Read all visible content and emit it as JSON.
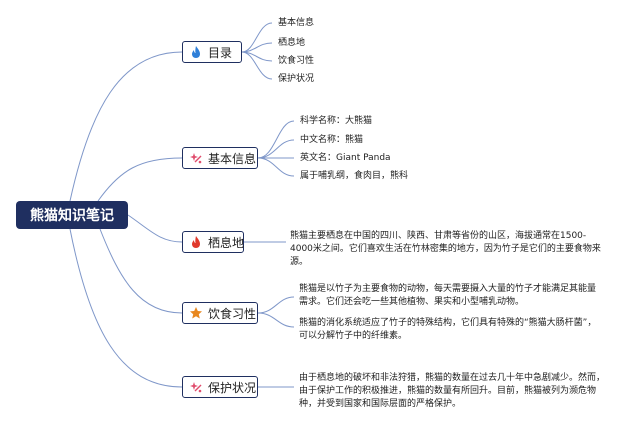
{
  "mindmap": {
    "root": "熊猫知识笔记",
    "colors": {
      "line": "#7f97c9",
      "node_border": "#1f2f60",
      "root_fill": "#1f2f60"
    },
    "branches": [
      {
        "label": "目录",
        "icon": "flame-blue-icon",
        "leaves": [
          "基本信息",
          "栖息地",
          "饮食习性",
          "保护状况"
        ]
      },
      {
        "label": "基本信息",
        "icon": "sparkle-icon",
        "leaves": [
          "科学名称：大熊猫",
          "中文名称：熊猫",
          "英文名：Giant Panda",
          "属于哺乳纲，食肉目，熊科"
        ]
      },
      {
        "label": "栖息地",
        "icon": "flame-red-icon",
        "paragraphs": [
          "熊猫主要栖息在中国的四川、陕西、甘肃等省份的山区，海拔通常在1500-4000米之间。它们喜欢生活在竹林密集的地方，因为竹子是它们的主要食物来源。"
        ]
      },
      {
        "label": "饮食习性",
        "icon": "star-icon",
        "paragraphs": [
          "熊猫是以竹子为主要食物的动物，每天需要摄入大量的竹子才能满足其能量需求。它们还会吃一些其他植物、果实和小型哺乳动物。",
          "熊猫的消化系统适应了竹子的特殊结构，它们具有特殊的“熊猫大肠杆菌”，可以分解竹子中的纤维素。"
        ]
      },
      {
        "label": "保护状况",
        "icon": "sparkle-icon",
        "paragraphs": [
          "由于栖息地的破坏和非法狩猎，熊猫的数量在过去几十年中急剧减少。然而，由于保护工作的积极推进，熊猫的数量有所回升。目前，熊猫被列为濒危物种，并受到国家和国际层面的严格保护。"
        ]
      }
    ]
  }
}
